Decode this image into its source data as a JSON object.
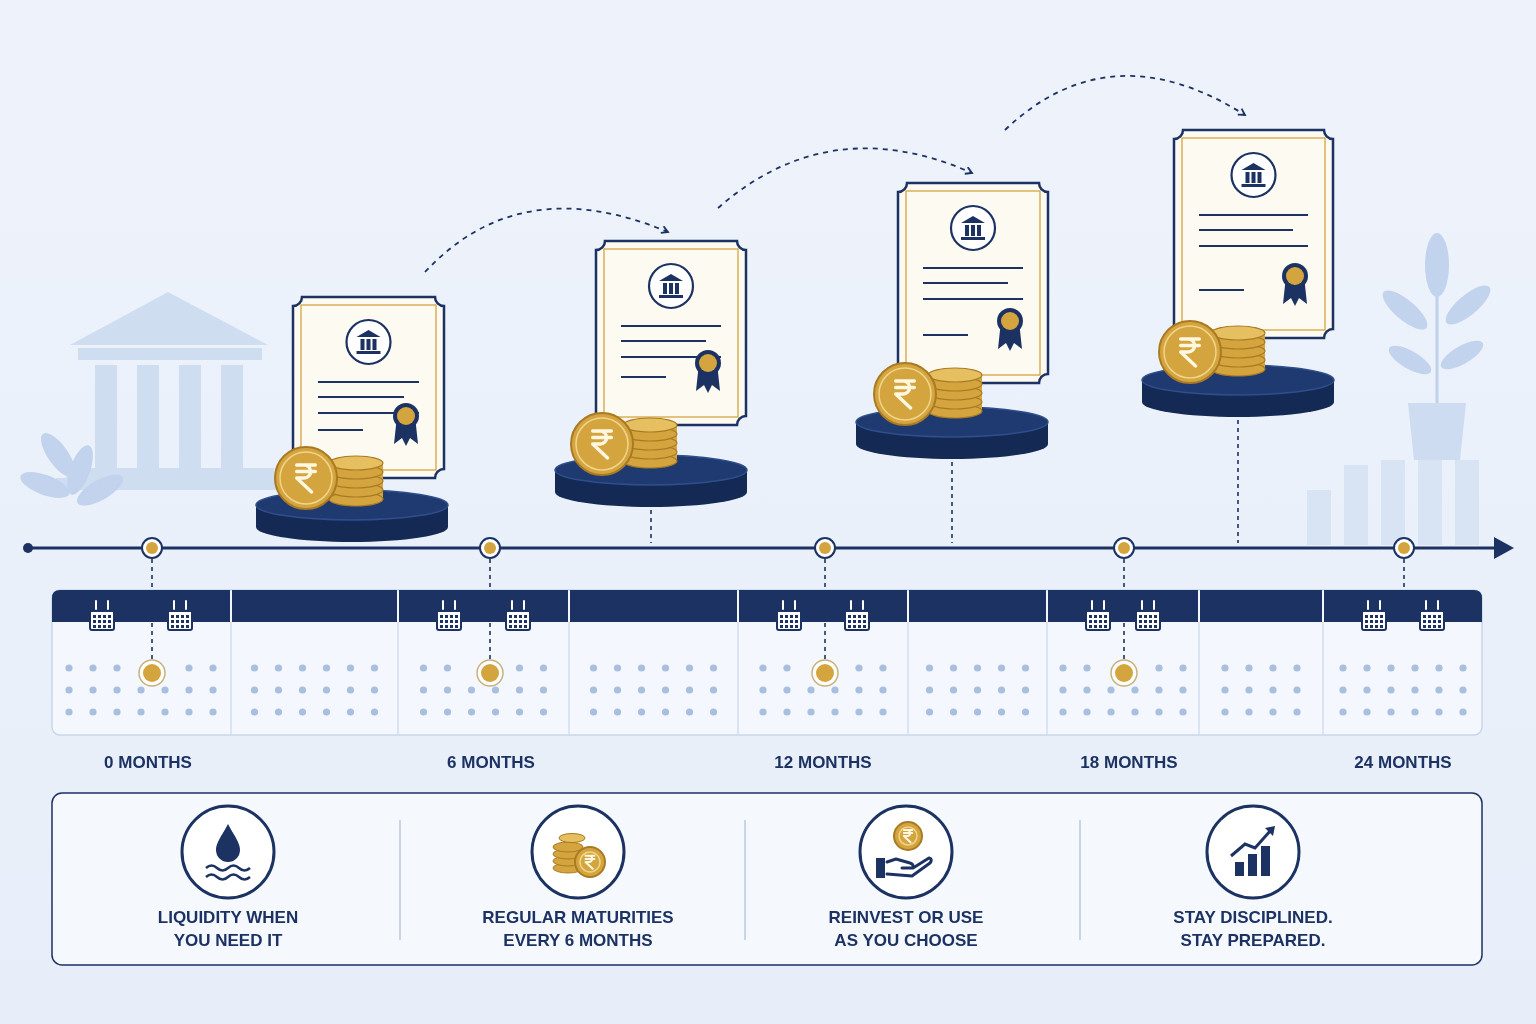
{
  "diagram": {
    "nodes": [
      {
        "text": [
          "LIQUIDITY WHEN YOU NEED IT"
        ]
      },
      {
        "text": [
          "REGULAR MATURITIES EVERY 6 MONTHS"
        ]
      },
      {
        "text": [
          "REINVEST OR USE AS YOU CHOOSE"
        ]
      },
      {
        "text": [
          "STAY DISCIPLINED. STAY PREPARED."
        ]
      }
    ],
    "labels": [
      "0 MONTHS",
      "6 MONTHS",
      "12 MONTHS",
      "18 MONTHS",
      "24 MONTHS"
    ]
  }
}
